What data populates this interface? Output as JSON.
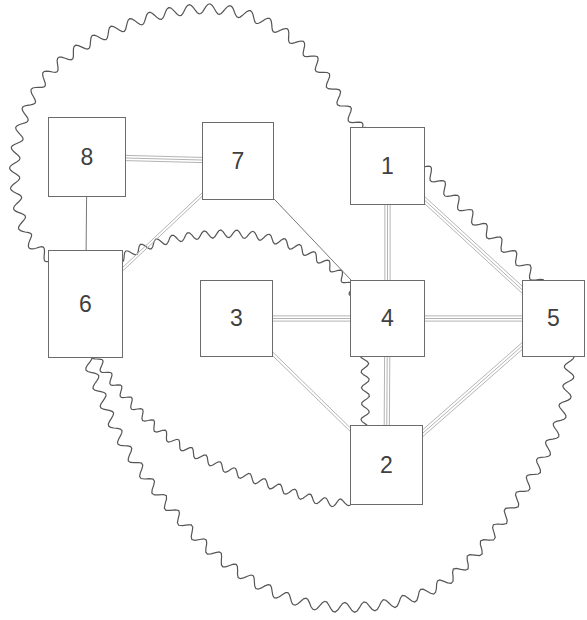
{
  "diagram": {
    "nodes": [
      {
        "text": [
          "8"
        ]
      },
      {
        "text": [
          "7"
        ]
      },
      {
        "text": [
          "1"
        ]
      },
      {
        "text": [
          "6"
        ]
      },
      {
        "text": [
          "3"
        ]
      },
      {
        "text": [
          "4"
        ]
      },
      {
        "text": [
          "5"
        ]
      },
      {
        "text": [
          "2"
        ]
      }
    ],
    "edges": [
      {
        "from": 0,
        "to": 1,
        "arrow": "none"
      },
      {
        "from": 0,
        "to": 3,
        "arrow": "none"
      },
      {
        "from": 1,
        "to": 3,
        "arrow": "none"
      },
      {
        "from": 1,
        "to": 5,
        "arrow": "none"
      },
      {
        "from": 2,
        "to": 5,
        "arrow": "none"
      },
      {
        "from": 2,
        "to": 6,
        "arrow": "none"
      },
      {
        "from": 4,
        "to": 5,
        "arrow": "none"
      },
      {
        "from": 5,
        "to": 6,
        "arrow": "none"
      },
      {
        "from": 5,
        "to": 7,
        "arrow": "none"
      },
      {
        "from": 6,
        "to": 7,
        "arrow": "none"
      },
      {
        "from": 4,
        "to": 7,
        "arrow": "none"
      }
    ]
  }
}
